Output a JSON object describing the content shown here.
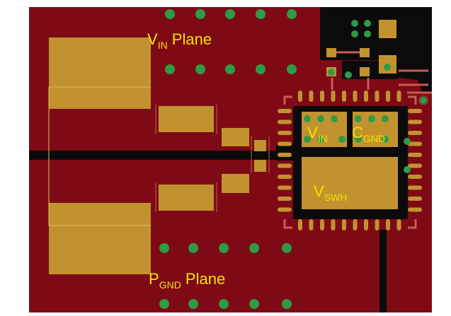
{
  "diagram": {
    "labels": {
      "vin_plane": {
        "main": "V",
        "sub": "IN",
        "rest": " Plane"
      },
      "pgnd_plane": {
        "main": "P",
        "sub": "GND",
        "rest": " Plane"
      },
      "vin_pad": {
        "main": "V",
        "sub": "IN"
      },
      "cgnd_pad": {
        "main": "C",
        "sub": "GND"
      },
      "vswh_pad": {
        "main": "V",
        "sub": "SWH"
      }
    },
    "colors": {
      "background": "#ffffff",
      "board": "#7e0a16",
      "copper_pad": "#c2922f",
      "pad_outline": "#e2c06a",
      "via": "#2e9b46",
      "isolation_gap": "#0b0b0b",
      "silkscreen": "#c75d54",
      "label": "#f2e400"
    }
  }
}
